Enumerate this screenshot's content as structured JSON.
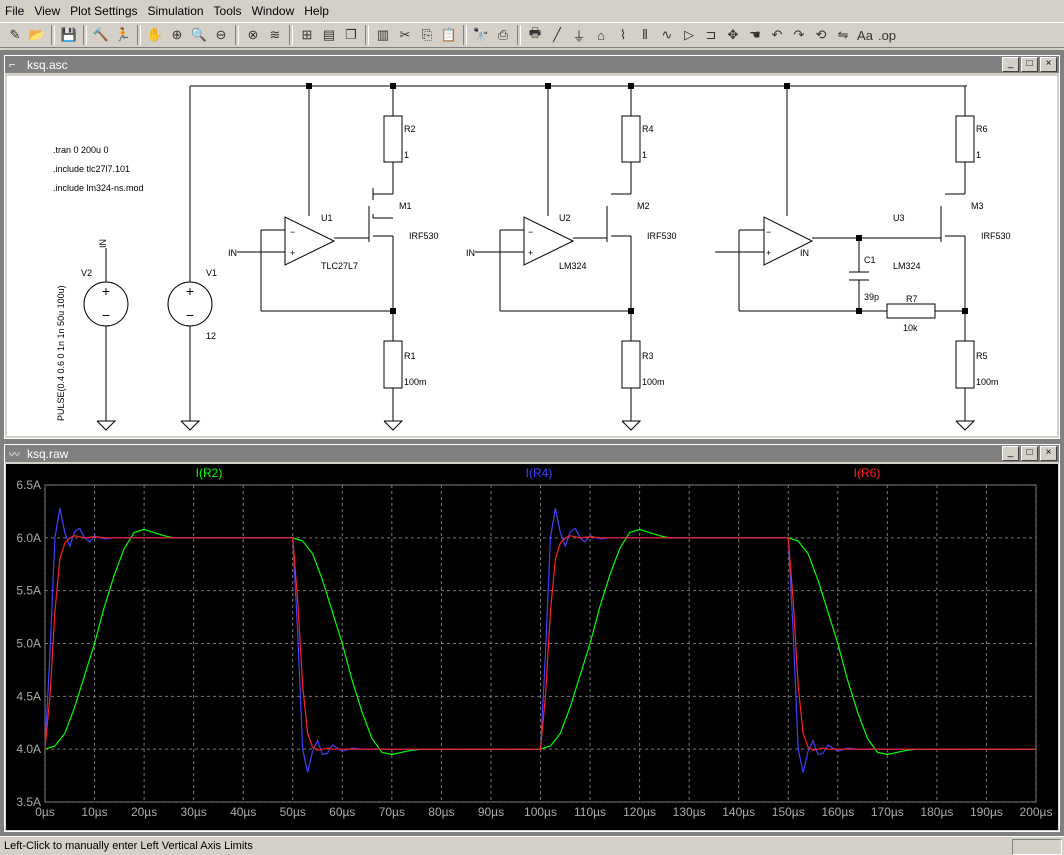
{
  "menu": [
    "File",
    "View",
    "Plot Settings",
    "Simulation",
    "Tools",
    "Window",
    "Help"
  ],
  "toolbar_icons": [
    "new-schematic-icon",
    "open-icon",
    "save-icon",
    "control-panel-icon",
    "run-icon",
    "halt-icon",
    "zoom-in-icon",
    "zoom-area-icon",
    "zoom-out-icon",
    "zoom-cancel-icon",
    "autorange-icon",
    "fft-icon",
    "tile-horizontal-icon",
    "cascade-icon",
    "tile-vertical-icon",
    "cut-icon",
    "copy-icon",
    "paste-icon",
    "find-icon",
    "print-setup-icon",
    "print-icon",
    "wire-icon",
    "ground-icon",
    "label-icon",
    "resistor-icon",
    "capacitor-icon",
    "inductor-icon",
    "diode-icon",
    "component-icon",
    "move-icon",
    "drag-icon",
    "undo-icon",
    "redo-icon",
    "rotate-icon",
    "mirror-icon",
    "text-icon",
    "spice-directive-icon"
  ],
  "schematic": {
    "title": "ksq.asc",
    "directives": [
      ".tran 0 200u 0",
      ".include tlc27l7.101",
      ".include lm324-ns.mod"
    ],
    "v2": {
      "name": "V2",
      "value": "PULSE(0.4 0.6 0 1n 1n 50u 100u)",
      "net": "IN"
    },
    "v1": {
      "name": "V1",
      "value": "12"
    },
    "stage1": {
      "opamp": "U1",
      "opamp_model": "TLC27L7",
      "fet": "M1",
      "fet_model": "IRF530",
      "r_top": "R2",
      "r_top_val": "1",
      "r_bot": "R1",
      "r_bot_val": "100m",
      "in": "IN"
    },
    "stage2": {
      "opamp": "U2",
      "opamp_model": "LM324",
      "fet": "M2",
      "fet_model": "IRF530",
      "r_top": "R4",
      "r_top_val": "1",
      "r_bot": "R3",
      "r_bot_val": "100m",
      "in": "IN"
    },
    "stage3": {
      "opamp": "U3",
      "opamp_model": "LM324",
      "fet": "M3",
      "fet_model": "IRF530",
      "r_top": "R6",
      "r_top_val": "1",
      "r_bot": "R5",
      "r_bot_val": "100m",
      "in": "IN",
      "cap": "C1",
      "cap_val": "39p",
      "r_fb": "R7",
      "r_fb_val": "10k"
    }
  },
  "plot_window": {
    "title": "ksq.raw"
  },
  "chart_data": {
    "type": "line",
    "xlabel": "",
    "ylabel": "",
    "xlim": [
      0,
      200
    ],
    "ylim": [
      3.5,
      6.5
    ],
    "x_unit": "µs",
    "xticks": [
      "0µs",
      "10µs",
      "20µs",
      "30µs",
      "40µs",
      "50µs",
      "60µs",
      "70µs",
      "80µs",
      "90µs",
      "100µs",
      "110µs",
      "120µs",
      "130µs",
      "140µs",
      "150µs",
      "160µs",
      "170µs",
      "180µs",
      "190µs",
      "200µs"
    ],
    "yticks": [
      "6.5A",
      "6.0A",
      "5.5A",
      "5.0A",
      "4.5A",
      "4.0A",
      "3.5A"
    ],
    "yvals": [
      6.5,
      6.0,
      5.5,
      5.0,
      4.5,
      4.0,
      3.5
    ],
    "grid": true,
    "legend_placement": "top",
    "series": [
      {
        "name": "I(R2)",
        "color": "#00ff00",
        "x": [
          0,
          2,
          4,
          6,
          8,
          10,
          12,
          14,
          16,
          18,
          20,
          22,
          24,
          26,
          28,
          30,
          50,
          52,
          54,
          56,
          58,
          60,
          62,
          64,
          66,
          68,
          70,
          72,
          74,
          76,
          78,
          80,
          100,
          102,
          104,
          106,
          108,
          110,
          112,
          114,
          116,
          118,
          120,
          122,
          124,
          126,
          128,
          130,
          150,
          152,
          154,
          156,
          158,
          160,
          162,
          164,
          166,
          168,
          170,
          172,
          174,
          176,
          178,
          180,
          200
        ],
        "y": [
          4.0,
          4.03,
          4.15,
          4.4,
          4.7,
          5.0,
          5.35,
          5.65,
          5.9,
          6.05,
          6.08,
          6.05,
          6.02,
          6.0,
          6.0,
          6.0,
          6.0,
          5.97,
          5.85,
          5.6,
          5.3,
          5.0,
          4.65,
          4.35,
          4.1,
          3.97,
          3.95,
          3.97,
          3.99,
          4.0,
          4.0,
          4.0,
          4.0,
          4.03,
          4.15,
          4.4,
          4.7,
          5.0,
          5.35,
          5.65,
          5.9,
          6.05,
          6.08,
          6.05,
          6.02,
          6.0,
          6.0,
          6.0,
          6.0,
          5.97,
          5.85,
          5.6,
          5.3,
          5.0,
          4.65,
          4.35,
          4.1,
          3.97,
          3.95,
          3.97,
          3.99,
          4.0,
          4.0,
          4.0,
          4.0
        ]
      },
      {
        "name": "I(R4)",
        "color": "#4040ff",
        "x": [
          0,
          1,
          2,
          3,
          4,
          5,
          6,
          7,
          8,
          9,
          10,
          12,
          14,
          50,
          51,
          52,
          53,
          54,
          55,
          56,
          57,
          58,
          59,
          60,
          62,
          64,
          100,
          101,
          102,
          103,
          104,
          105,
          106,
          107,
          108,
          109,
          110,
          112,
          114,
          150,
          151,
          152,
          153,
          154,
          155,
          156,
          157,
          158,
          159,
          160,
          162,
          164,
          200
        ],
        "y": [
          4.0,
          4.9,
          6.0,
          6.28,
          6.05,
          5.92,
          6.06,
          6.09,
          6.0,
          5.96,
          6.02,
          5.99,
          6.0,
          6.0,
          5.1,
          4.0,
          3.78,
          3.98,
          4.08,
          3.95,
          3.96,
          4.04,
          4.01,
          3.98,
          4.01,
          4.0,
          4.0,
          4.9,
          6.0,
          6.28,
          6.05,
          5.92,
          6.06,
          6.09,
          6.0,
          5.96,
          6.02,
          5.99,
          6.0,
          6.0,
          5.1,
          4.0,
          3.78,
          3.98,
          4.08,
          3.95,
          3.96,
          4.04,
          4.01,
          3.98,
          4.01,
          4.0,
          4.0
        ]
      },
      {
        "name": "I(R6)",
        "color": "#ff2020",
        "x": [
          0,
          1,
          2,
          3,
          4,
          5,
          6,
          7,
          8,
          10,
          12,
          14,
          16,
          50,
          51,
          52,
          53,
          54,
          55,
          56,
          57,
          58,
          60,
          62,
          64,
          100,
          101,
          102,
          103,
          104,
          105,
          106,
          107,
          108,
          110,
          112,
          114,
          116,
          150,
          151,
          152,
          153,
          154,
          155,
          156,
          157,
          158,
          160,
          162,
          164,
          200
        ],
        "y": [
          4.0,
          4.5,
          5.3,
          5.8,
          5.95,
          6.0,
          6.02,
          6.01,
          6.0,
          6.01,
          6.0,
          6.0,
          6.0,
          6.0,
          5.4,
          4.6,
          4.15,
          4.02,
          3.99,
          4.0,
          4.01,
          4.0,
          4.0,
          4.0,
          4.0,
          4.0,
          4.5,
          5.3,
          5.8,
          5.95,
          6.0,
          6.02,
          6.01,
          6.0,
          6.01,
          6.0,
          6.0,
          6.0,
          6.0,
          5.4,
          4.6,
          4.15,
          4.02,
          3.99,
          4.0,
          4.01,
          4.0,
          4.0,
          4.0,
          4.0,
          4.0
        ]
      }
    ]
  },
  "status": {
    "text": "Left-Click to manually enter Left Vertical Axis Limits"
  }
}
